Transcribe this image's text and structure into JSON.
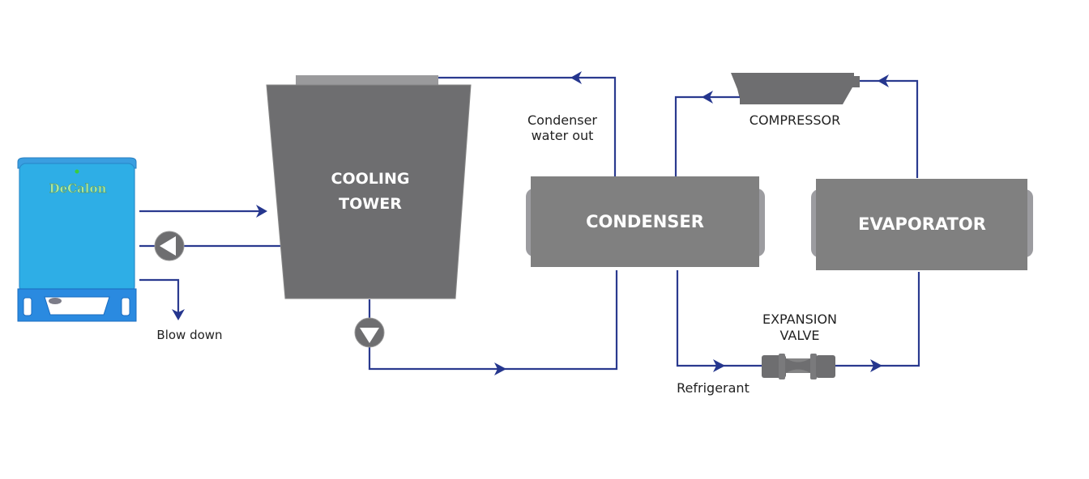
{
  "diagram": {
    "type": "cooling-water-and-refrigeration-cycle",
    "colors": {
      "pipe": "#2a3a8f",
      "equipment": "#6e6e70",
      "equipment_light": "#808080",
      "tank_blue": "#2eaee6",
      "brand_text": "#a8e6a0"
    },
    "decalon_unit": {
      "brand": "DeCalon",
      "blowdown_label": "Blow down"
    },
    "cooling_tower": {
      "line1": "COOLING",
      "line2": "TOWER"
    },
    "condenser": {
      "label": "CONDENSER",
      "water_out_line1": "Condenser",
      "water_out_line2": "water out"
    },
    "evaporator": {
      "label": "EVAPORATOR"
    },
    "compressor": {
      "label": "COMPRESSOR"
    },
    "expansion_valve": {
      "line1": "EXPANSION",
      "line2": "VALVE"
    },
    "refrigerant_label": "Refrigerant",
    "pumps": [
      "return-pump-left",
      "tower-basin-pump-down"
    ]
  }
}
